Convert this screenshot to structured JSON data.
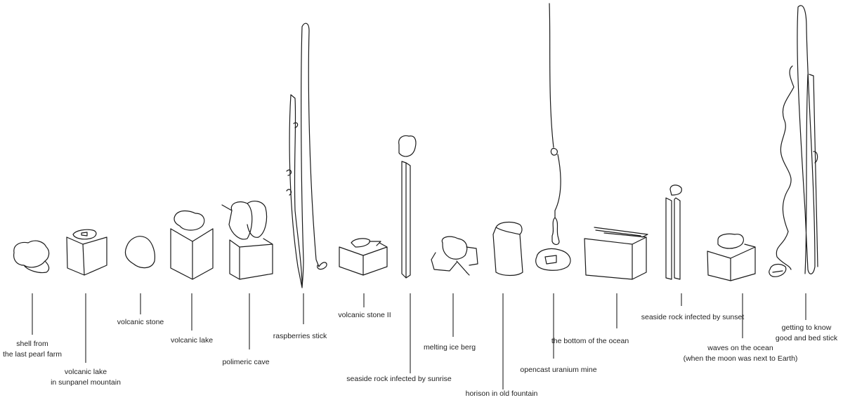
{
  "items": [
    {
      "id": "shell",
      "lines": [
        "shell from",
        "the last pearl farm"
      ]
    },
    {
      "id": "volcanic-lake-sunpanel",
      "lines": [
        "volcanic lake",
        "in sunpanel mountain"
      ]
    },
    {
      "id": "volcanic-stone",
      "lines": [
        "volcanic stone"
      ]
    },
    {
      "id": "volcanic-lake",
      "lines": [
        "volcanic lake"
      ]
    },
    {
      "id": "polimeric-cave",
      "lines": [
        "polimeric cave"
      ]
    },
    {
      "id": "raspberries-stick",
      "lines": [
        "raspberries stick"
      ]
    },
    {
      "id": "volcanic-stone-ii",
      "lines": [
        "volcanic stone II"
      ]
    },
    {
      "id": "seaside-rock-sunrise",
      "lines": [
        "seaside rock infected by sunrise"
      ]
    },
    {
      "id": "melting-ice-berg",
      "lines": [
        "melting ice berg"
      ]
    },
    {
      "id": "horison-old-fountain",
      "lines": [
        "horison in old fountain"
      ]
    },
    {
      "id": "opencast-uranium-mine",
      "lines": [
        "opencast uranium mine"
      ]
    },
    {
      "id": "bottom-of-ocean",
      "lines": [
        "the bottom of the ocean"
      ]
    },
    {
      "id": "seaside-rock-sunset",
      "lines": [
        "seaside rock infected by sunset"
      ]
    },
    {
      "id": "waves-on-ocean",
      "lines": [
        "waves on the ocean",
        "(when the moon was next to Earth)"
      ]
    },
    {
      "id": "good-bed-stick",
      "lines": [
        "getting to know",
        "good and bed stick"
      ]
    }
  ]
}
